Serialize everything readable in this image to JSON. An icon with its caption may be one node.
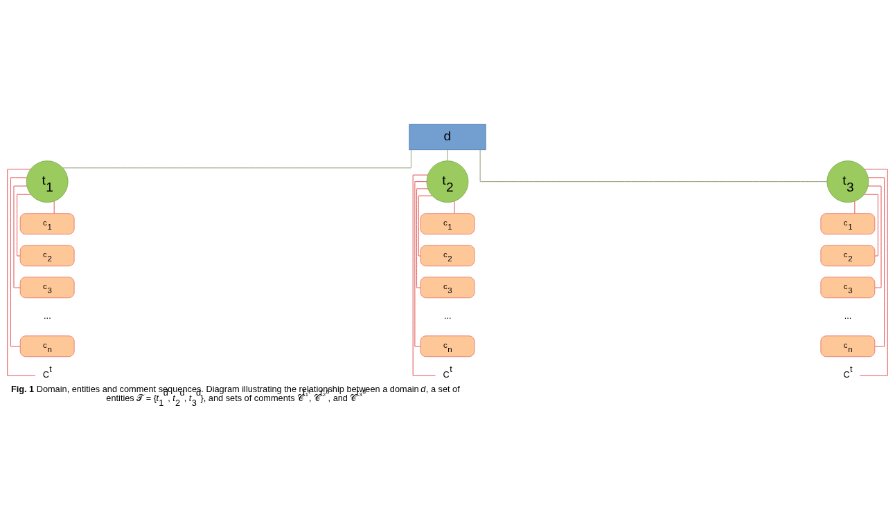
{
  "diagram": {
    "caption": "**Fig. 1** Domain, entities and comment sequences. Diagram illustrating the relationship between a domain *d*, a set of entities 𝒯 = {*t*$_{1}$$^{d}$, *t*$_{2}$$^{d}$, *t*$_{3}$$^{d}$}, and sets of comments 𝒞$^{t₁ᵗ}$, 𝒞$^{t₂ᵈ}$, and 𝒞$^{t₃ᵈ}$",
    "nodes": [
      {
        "text": [
          "d"
        ]
      },
      {
        "text": [
          "t$_{1}$"
        ]
      },
      {
        "text": [
          "t$_{2}$"
        ]
      },
      {
        "text": [
          "t$_{3}$"
        ]
      },
      {
        "text": [
          "c$_{1}$"
        ]
      },
      {
        "text": [
          "c$_{2}$"
        ]
      },
      {
        "text": [
          "c$_{3}$"
        ]
      },
      {
        "text": [
          "c$_{n}$"
        ]
      },
      {
        "text": [
          "C$^{t}$"
        ]
      },
      {
        "text": [
          "c$_{1}$"
        ]
      },
      {
        "text": [
          "c$_{2}$"
        ]
      },
      {
        "text": [
          "c$_{3}$"
        ]
      },
      {
        "text": [
          "c$_{n}$"
        ]
      },
      {
        "text": [
          "C$^{t}$"
        ]
      },
      {
        "text": [
          "c$_{1}$"
        ]
      },
      {
        "text": [
          "c$_{2}$"
        ]
      },
      {
        "text": [
          "c$_{3}$"
        ]
      },
      {
        "text": [
          "c$_{n}$"
        ]
      },
      {
        "text": [
          "C$^{t}$"
        ]
      }
    ],
    "edges": [
      {
        "from": 0,
        "to": 1,
        "arrow": "none",
        "color": "#8a9470"
      },
      {
        "from": 0,
        "to": 2,
        "arrow": "none",
        "color": "#8a9470"
      },
      {
        "from": 0,
        "to": 3,
        "arrow": "none",
        "color": "#8a9470"
      },
      {
        "from": 1,
        "to": 4,
        "arrow": "none"
      },
      {
        "from": 1,
        "to": 5,
        "arrow": "none"
      },
      {
        "from": 1,
        "to": 6,
        "arrow": "none"
      },
      {
        "from": 1,
        "to": 7,
        "arrow": "none"
      },
      {
        "from": 1,
        "to": 8,
        "arrow": "none"
      },
      {
        "from": 2,
        "to": 9,
        "arrow": "none"
      },
      {
        "from": 2,
        "to": 10,
        "arrow": "none"
      },
      {
        "from": 2,
        "to": 11,
        "arrow": "none"
      },
      {
        "from": 2,
        "to": 12,
        "arrow": "none"
      },
      {
        "from": 2,
        "to": 13,
        "arrow": "none"
      },
      {
        "from": 3,
        "to": 14,
        "arrow": "none"
      },
      {
        "from": 3,
        "to": 15,
        "arrow": "none"
      },
      {
        "from": 3,
        "to": 16,
        "arrow": "none"
      },
      {
        "from": 3,
        "to": 17,
        "arrow": "none"
      },
      {
        "from": 3,
        "to": 18,
        "arrow": "none"
      }
    ],
    "labels": [
      "...",
      "...",
      "..."
    ]
  }
}
